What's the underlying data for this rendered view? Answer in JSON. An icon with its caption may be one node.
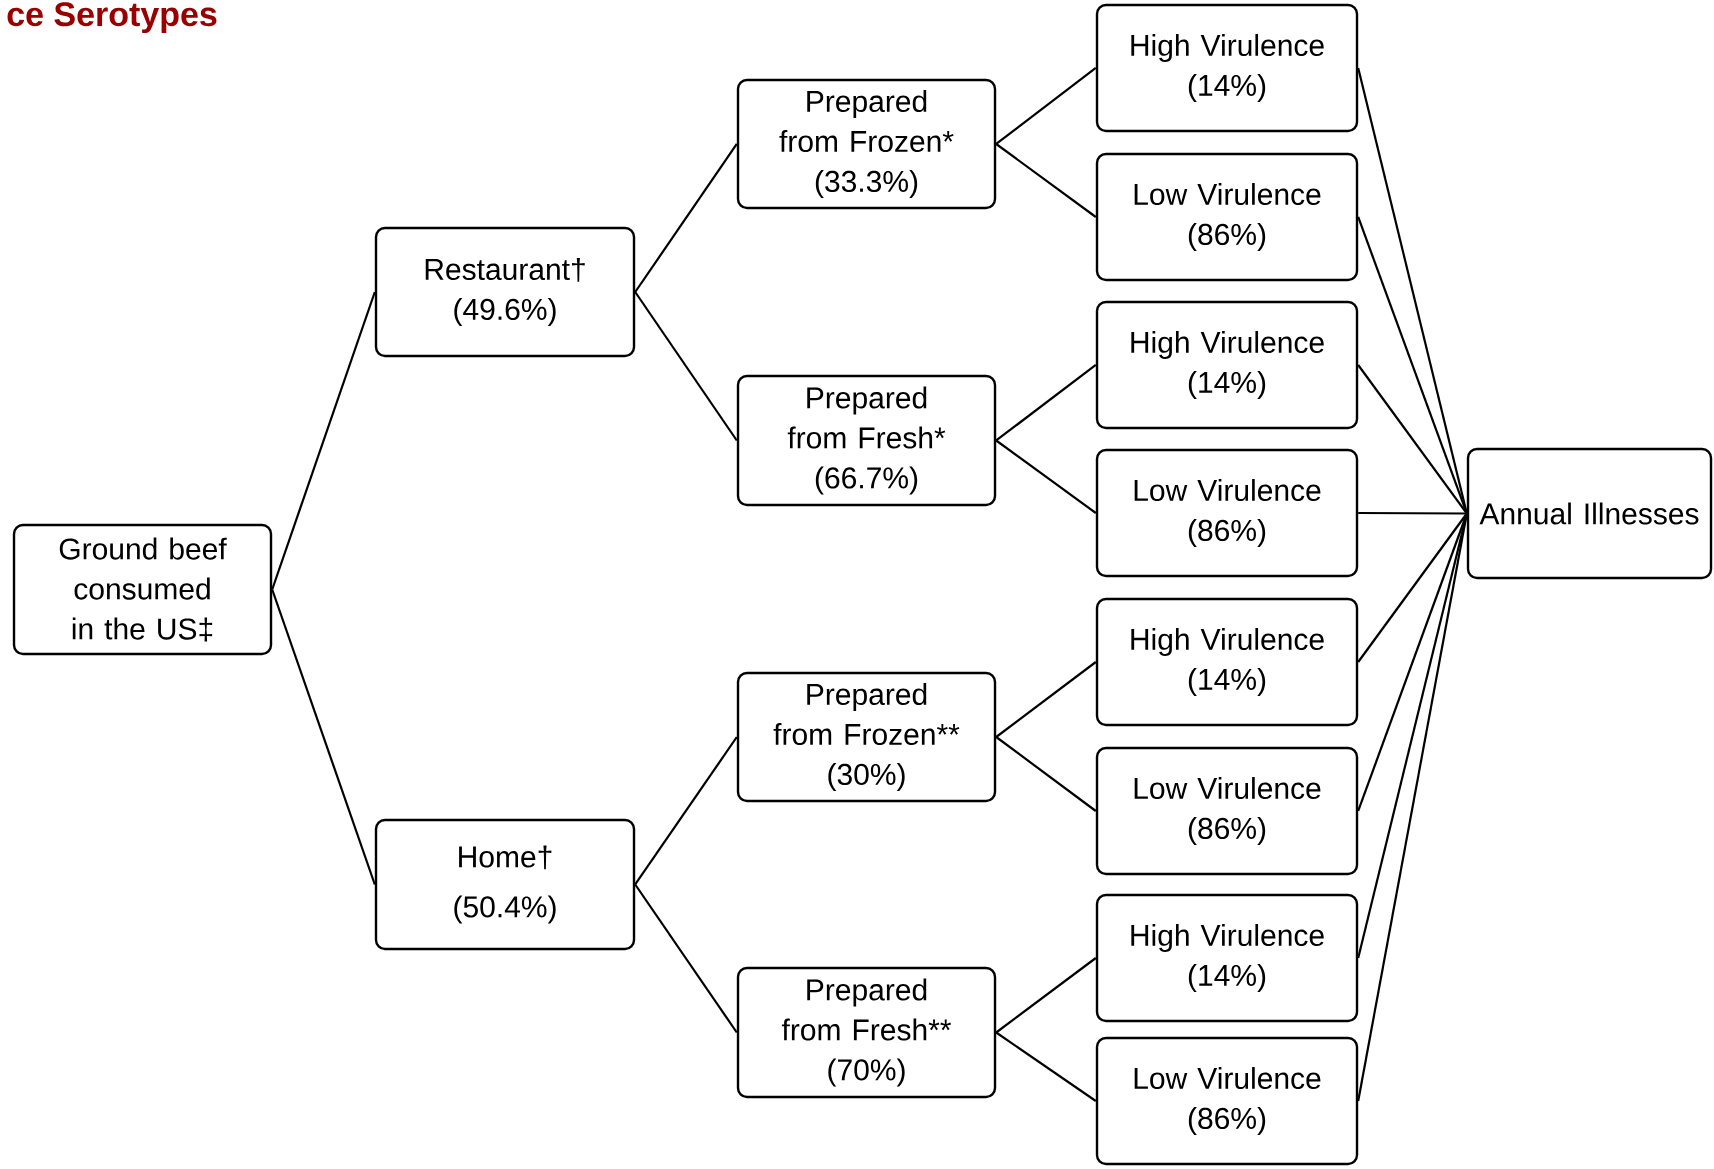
{
  "diagram": {
    "title": "ce Serotypes",
    "nodes": [
      {
        "text": [
          "Ground beef consumed in the US‡"
        ]
      },
      {
        "text": [
          "Restaurant†",
          "(49.6%)"
        ]
      },
      {
        "text": [
          "Home†",
          "(50.4%)"
        ]
      },
      {
        "text": [
          "Prepared from Frozen*",
          "(33.3%)"
        ]
      },
      {
        "text": [
          "Prepared from Fresh*",
          "(66.7%)"
        ]
      },
      {
        "text": [
          "Prepared from Frozen**",
          "(30%)"
        ]
      },
      {
        "text": [
          "Prepared from Fresh**",
          "(70%)"
        ]
      },
      {
        "text": [
          "High Virulence",
          "(14%)"
        ]
      },
      {
        "text": [
          "Low Virulence",
          "(86%)"
        ]
      },
      {
        "text": [
          "High Virulence",
          "(14%)"
        ]
      },
      {
        "text": [
          "Low Virulence",
          "(86%)"
        ]
      },
      {
        "text": [
          "High Virulence",
          "(14%)"
        ]
      },
      {
        "text": [
          "Low Virulence",
          "(86%)"
        ]
      },
      {
        "text": [
          "High Virulence",
          "(14%)"
        ]
      },
      {
        "text": [
          "Low Virulence",
          "(86%)"
        ]
      },
      {
        "text": [
          "Annual Illnesses"
        ]
      }
    ],
    "edges": [
      {
        "from": 0,
        "to": 1,
        "arrow": "none"
      },
      {
        "from": 0,
        "to": 2,
        "arrow": "none"
      },
      {
        "from": 1,
        "to": 3,
        "arrow": "none"
      },
      {
        "from": 1,
        "to": 4,
        "arrow": "none"
      },
      {
        "from": 2,
        "to": 5,
        "arrow": "none"
      },
      {
        "from": 2,
        "to": 6,
        "arrow": "none"
      },
      {
        "from": 3,
        "to": 7,
        "arrow": "none"
      },
      {
        "from": 3,
        "to": 8,
        "arrow": "none"
      },
      {
        "from": 4,
        "to": 9,
        "arrow": "none"
      },
      {
        "from": 4,
        "to": 10,
        "arrow": "none"
      },
      {
        "from": 5,
        "to": 11,
        "arrow": "none"
      },
      {
        "from": 5,
        "to": 12,
        "arrow": "none"
      },
      {
        "from": 6,
        "to": 13,
        "arrow": "none"
      },
      {
        "from": 6,
        "to": 14,
        "arrow": "none"
      },
      {
        "from": 7,
        "to": 15,
        "arrow": "none"
      },
      {
        "from": 8,
        "to": 15,
        "arrow": "none"
      },
      {
        "from": 9,
        "to": 15,
        "arrow": "none"
      },
      {
        "from": 10,
        "to": 15,
        "arrow": "none"
      },
      {
        "from": 11,
        "to": 15,
        "arrow": "none"
      },
      {
        "from": 12,
        "to": 15,
        "arrow": "none"
      },
      {
        "from": 13,
        "to": 15,
        "arrow": "none"
      },
      {
        "from": 14,
        "to": 15,
        "arrow": "none"
      }
    ]
  }
}
